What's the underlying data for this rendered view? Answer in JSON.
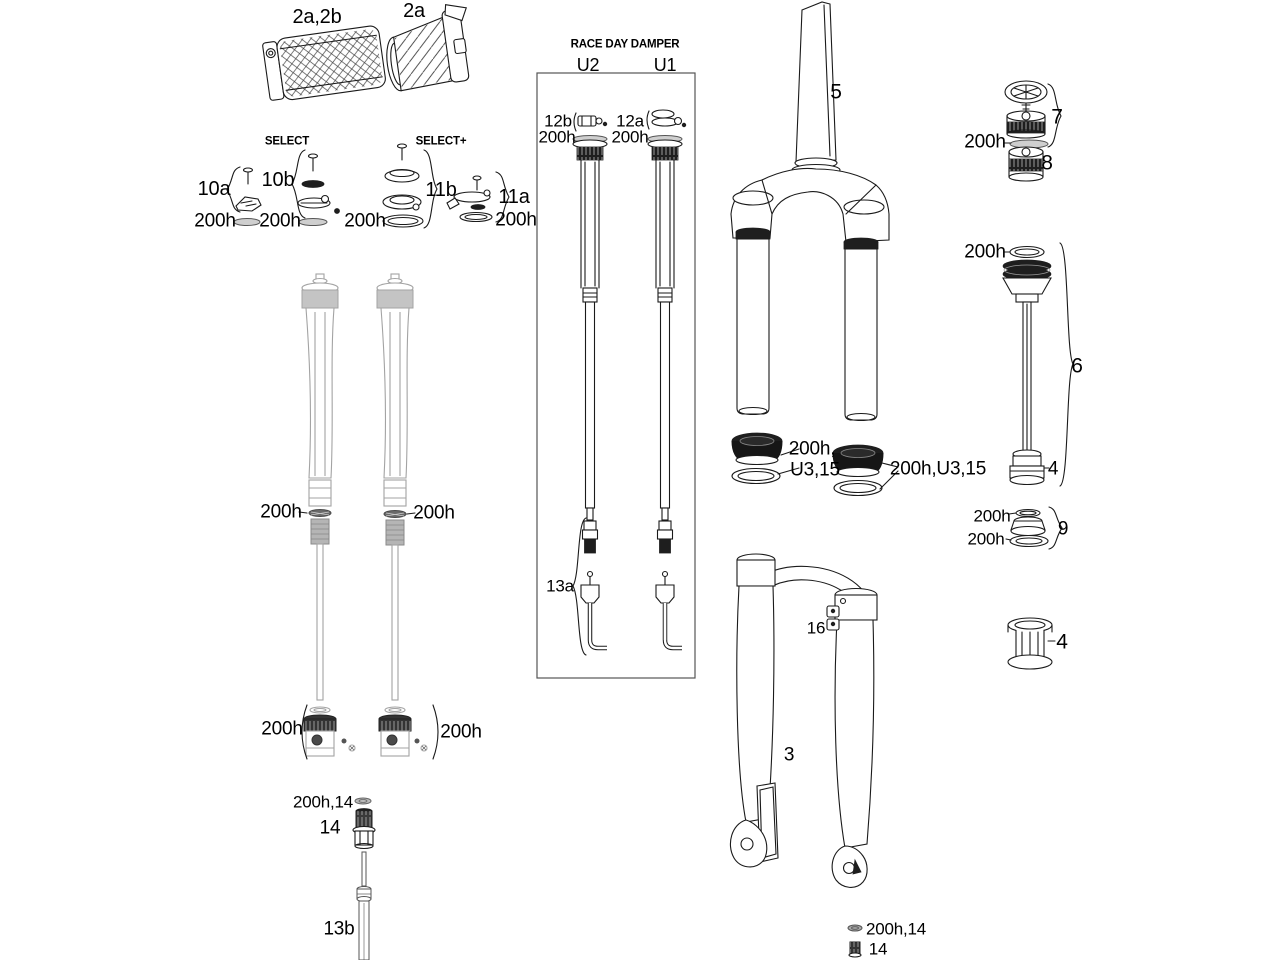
{
  "colors": {
    "background": "#ffffff",
    "line": "#1a1a1a",
    "muted_line": "#a3a3a3",
    "dark_part": "#1e1e1e",
    "box_border": "#555555"
  },
  "labels": {
    "grip_2ab": "2a,2b",
    "grip_2a": "2a",
    "select_header": "SELECT",
    "select_plus_header": "SELECT+",
    "p10a": "10a",
    "p10b": "10b",
    "h200_10a": "200h",
    "h200_10b": "200h",
    "p11b": "11b",
    "h200_11b": "200h",
    "p11a": "11a",
    "h200_11a": "200h",
    "damper_title": "RACE DAY DAMPER",
    "u2": "U2",
    "u1": "U1",
    "p12b": "12b",
    "h200_12b": "200h",
    "p12a": "12a",
    "h200_12a": "200h",
    "p13a": "13a",
    "p5": "5",
    "p7": "7",
    "h200_7": "200h",
    "p8": "8",
    "h200_6top": "200h",
    "p6": "6",
    "p4_shaft": "4",
    "h200_9top": "200h",
    "h200_9bot": "200h",
    "p9": "9",
    "p4_spool": "4",
    "h200_left_mid": "200h",
    "h200_right_mid": "200h",
    "h200_left_bot": "200h",
    "h200_right_bot": "200h",
    "h200_14_left": "200h,14",
    "p14_left": "14",
    "p13b": "13b",
    "p16": "16",
    "p3": "3",
    "u315_left_line1": "200h,",
    "u315_left_line2": "U3,15",
    "u315_right": "200h,U3,15",
    "h200_14_right": "200h,14",
    "p14_right": "14"
  }
}
